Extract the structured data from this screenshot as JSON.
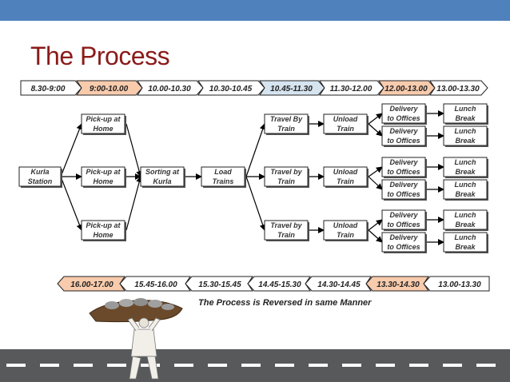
{
  "slide": {
    "title": "The Process",
    "caption": "The Process is Reversed in same Manner"
  },
  "timeline_top": [
    {
      "label": "8.30-9:00",
      "highlight": "none"
    },
    {
      "label": "9:00-10.00",
      "highlight": "orange"
    },
    {
      "label": "10.00-10.30",
      "highlight": "none"
    },
    {
      "label": "10.30-10.45",
      "highlight": "none"
    },
    {
      "label": "10.45-11.30",
      "highlight": "blue"
    },
    {
      "label": "11.30-12.00",
      "highlight": "none"
    },
    {
      "label": "12.00-13.00",
      "highlight": "orange"
    },
    {
      "label": "13.00-13.30",
      "highlight": "none"
    }
  ],
  "timeline_bottom": [
    {
      "label": "16.00-17.00",
      "highlight": "orange"
    },
    {
      "label": "15.45-16.00",
      "highlight": "none"
    },
    {
      "label": "15.30-15.45",
      "highlight": "none"
    },
    {
      "label": "14.45-15.30",
      "highlight": "none"
    },
    {
      "label": "14.30-14.45",
      "highlight": "none"
    },
    {
      "label": "13.30-14.30",
      "highlight": "orange"
    },
    {
      "label": "13.00-13.30",
      "highlight": "none"
    }
  ],
  "nodes": {
    "kurla_station": [
      "Kurla",
      "Station"
    ],
    "pickup": [
      [
        "Pick-up at",
        "Home"
      ],
      [
        "Pick-up at",
        "Home"
      ],
      [
        "Pick-up at",
        "Home"
      ]
    ],
    "sorting": [
      "Sorting at",
      "Kurla"
    ],
    "load": [
      "Load",
      "Trains"
    ],
    "travel": [
      [
        "Travel By",
        "Train"
      ],
      [
        "Travel by",
        "Train"
      ],
      [
        "Travel by",
        "Train"
      ]
    ],
    "unload": [
      [
        "Unload",
        "Train"
      ],
      [
        "Unload",
        "Train"
      ],
      [
        "Unload",
        "Train"
      ]
    ],
    "delivery": [
      "Delivery",
      "to Offices"
    ],
    "lunch": [
      "Lunch",
      "Break"
    ]
  },
  "colors": {
    "topbar": "#4f81bd",
    "title": "#8b1a1a",
    "orange": "#f8cbad",
    "blue": "#d6e4f0",
    "road": "#58595b"
  }
}
